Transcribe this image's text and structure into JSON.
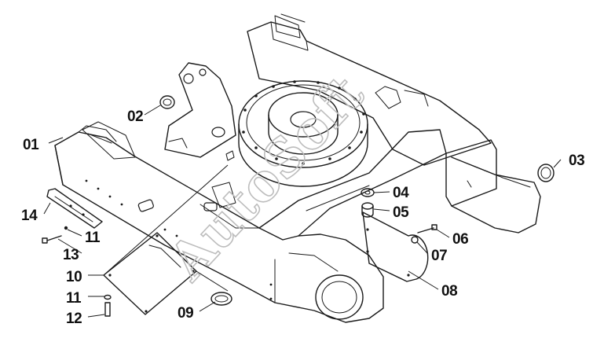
{
  "watermark": "AutoSoft",
  "callouts": [
    {
      "id": "01",
      "text": "01"
    },
    {
      "id": "02",
      "text": "02"
    },
    {
      "id": "03",
      "text": "03"
    },
    {
      "id": "04",
      "text": "04"
    },
    {
      "id": "05",
      "text": "05"
    },
    {
      "id": "06",
      "text": "06"
    },
    {
      "id": "07",
      "text": "07"
    },
    {
      "id": "08",
      "text": "08"
    },
    {
      "id": "09",
      "text": "09"
    },
    {
      "id": "10",
      "text": "10"
    },
    {
      "id": "11a",
      "text": "11"
    },
    {
      "id": "11b",
      "text": "11"
    },
    {
      "id": "12",
      "text": "12"
    },
    {
      "id": "13",
      "text": "13"
    },
    {
      "id": "14",
      "text": "14"
    }
  ],
  "colors": {
    "line": "#1a1a1a",
    "watermark": "#bdbdbd",
    "background": "#ffffff"
  }
}
